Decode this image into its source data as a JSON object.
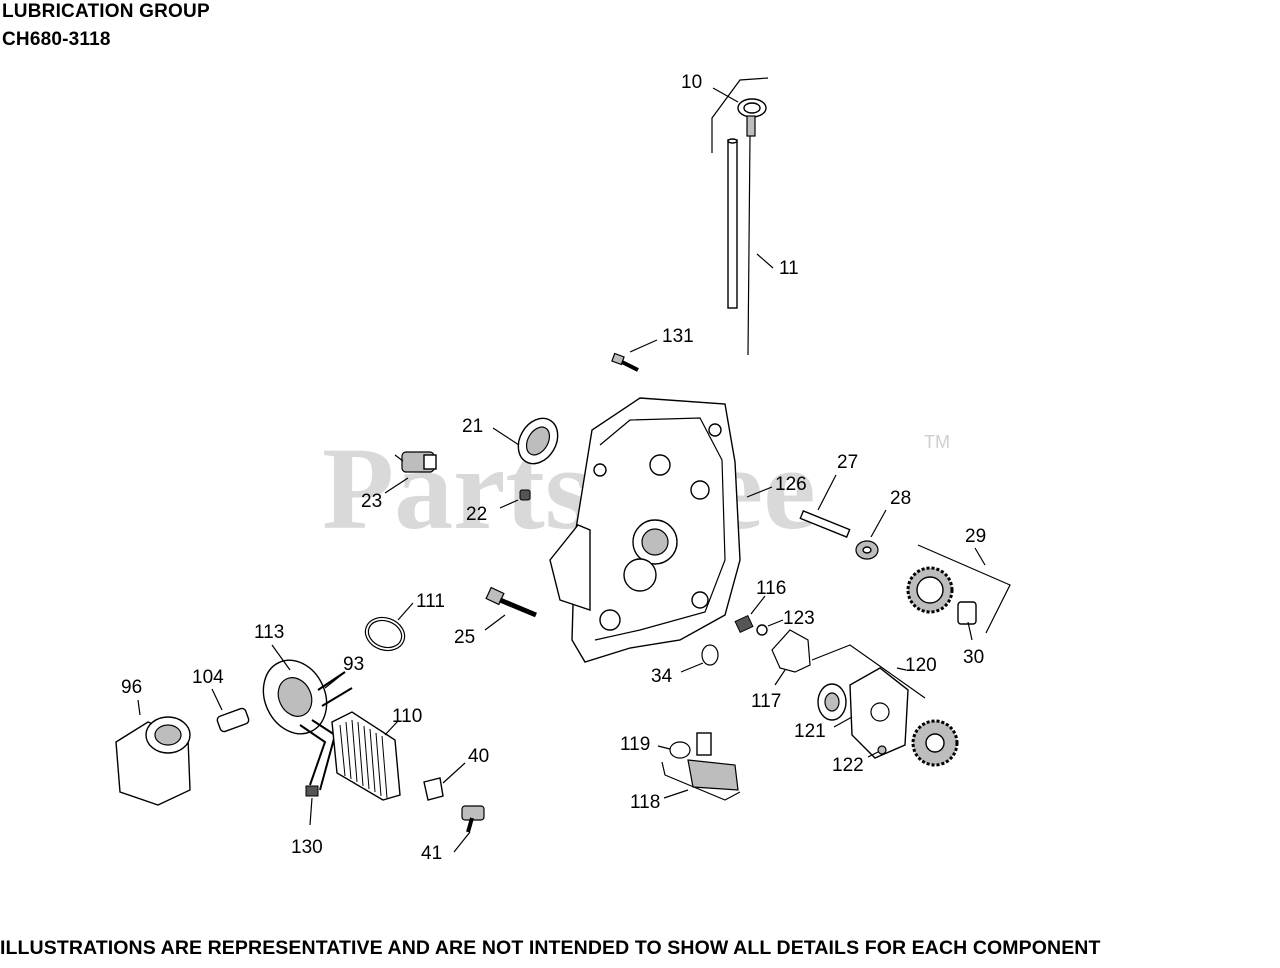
{
  "header": {
    "title": "LUBRICATION GROUP",
    "model": "CH680-3118"
  },
  "watermark": {
    "brand": "PartsTree",
    "trademark": "TM"
  },
  "footer": {
    "disclaimer": "ILLUSTRATIONS ARE REPRESENTATIVE AND ARE NOT INTENDED TO SHOW ALL DETAILS FOR EACH COMPONENT"
  },
  "callouts": [
    "10",
    "11",
    "131",
    "21",
    "23",
    "22",
    "126",
    "27",
    "28",
    "29",
    "30",
    "116",
    "123",
    "111",
    "113",
    "25",
    "93",
    "96",
    "104",
    "110",
    "34",
    "117",
    "120",
    "121",
    "119",
    "122",
    "40",
    "118",
    "130",
    "41"
  ]
}
